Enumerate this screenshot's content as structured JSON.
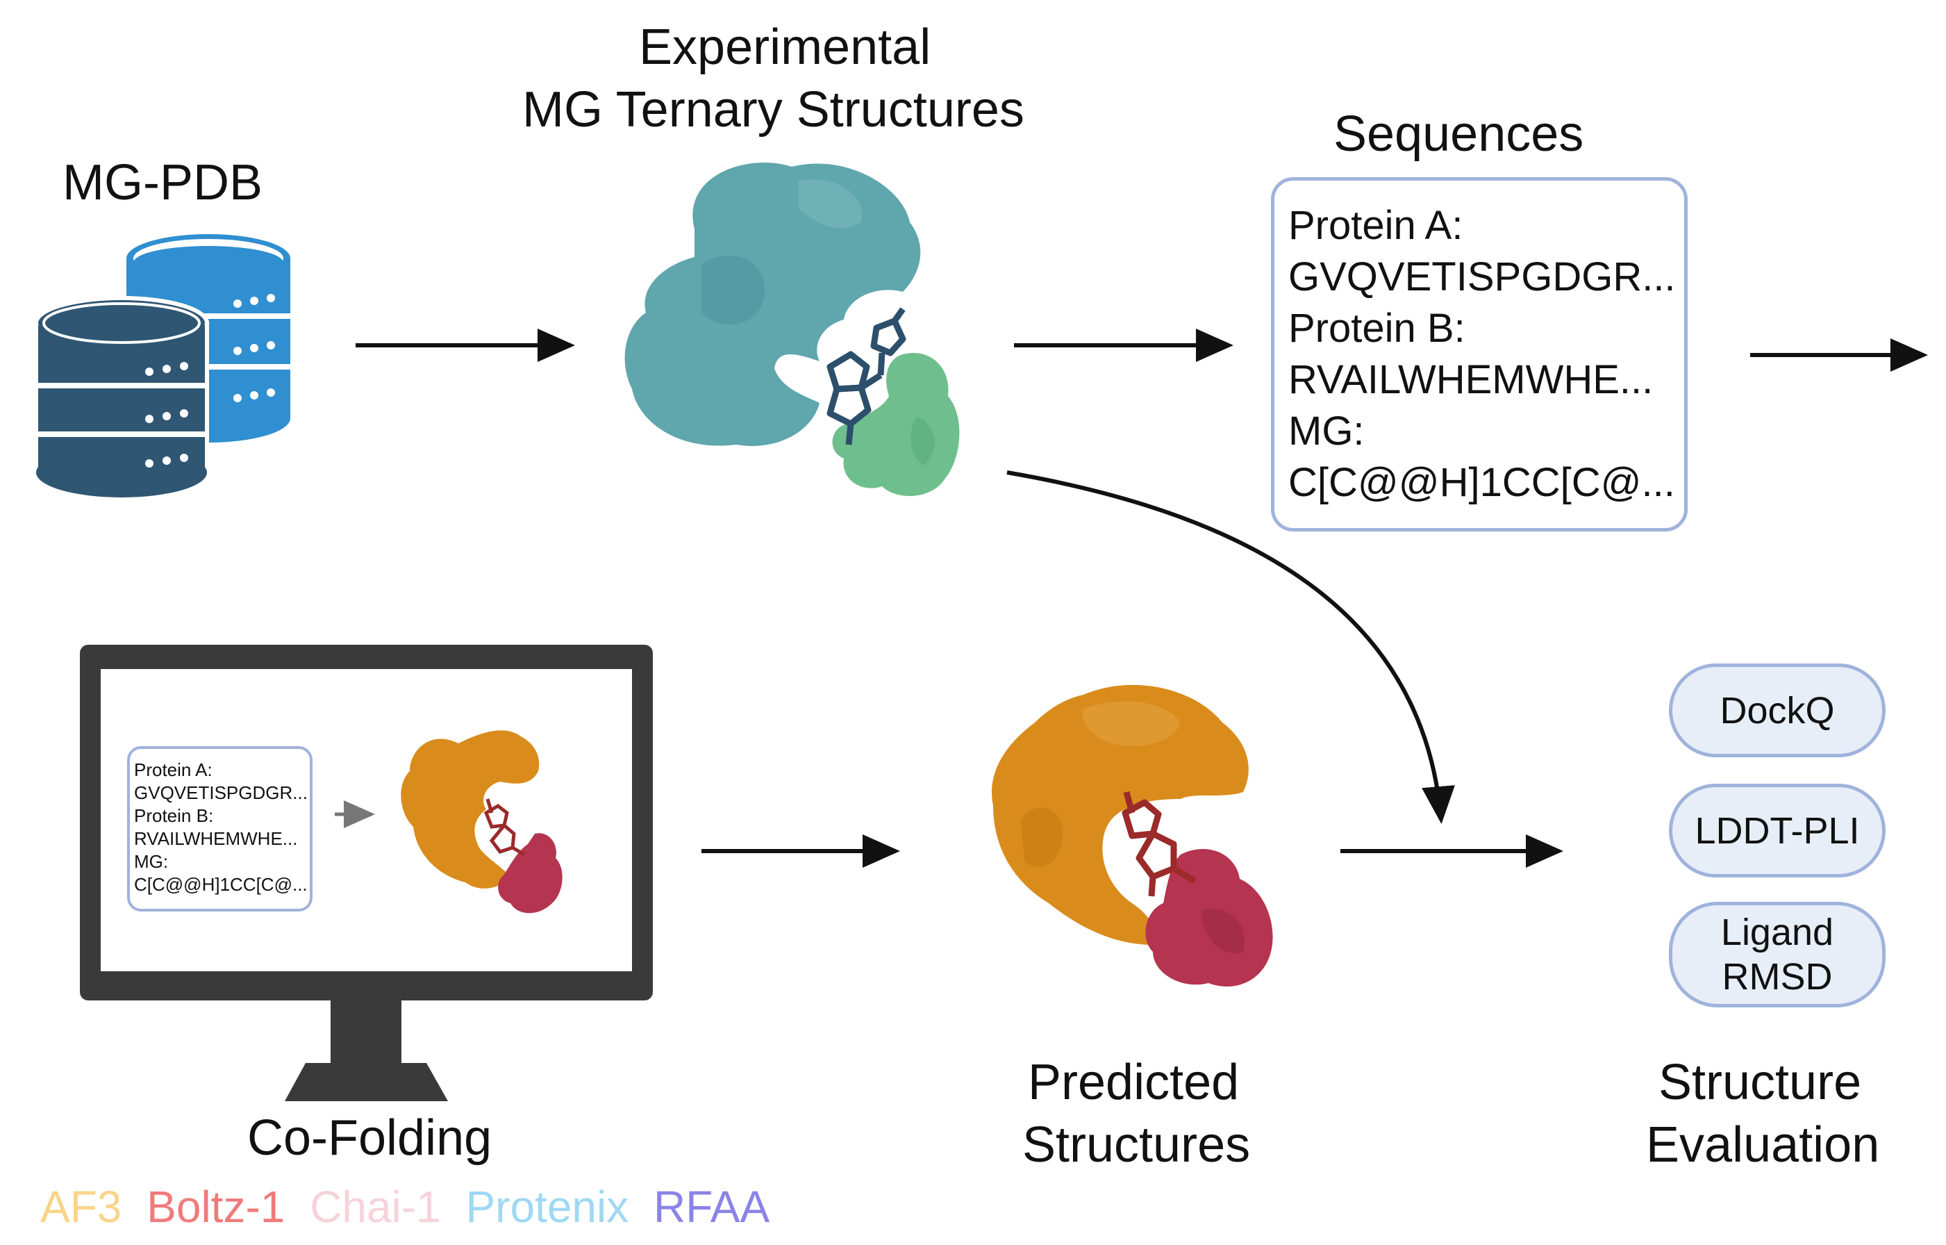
{
  "labels": {
    "mgpdb": "MG-PDB",
    "experimental_line1": "Experimental",
    "experimental_line2": "MG Ternary Structures",
    "sequences": "Sequences",
    "cofolding": "Co-Folding",
    "predicted_line1": "Predicted",
    "predicted_line2": "Structures",
    "evaluation_line1": "Structure",
    "evaluation_line2": "Evaluation"
  },
  "sequences_box": {
    "lines": [
      "Protein A:",
      "GVQVETISPGDGR...",
      "Protein B:",
      "RVAILWHEMWHE...",
      "MG:",
      "C[C@@H]1CC[C@..."
    ]
  },
  "monitor_box": {
    "lines": [
      "Protein A:",
      "GVQVETISPGDGR...",
      "Protein B:",
      "RVAILWHEMWHE...",
      "MG:",
      "C[C@@H]1CC[C@..."
    ]
  },
  "metrics": [
    {
      "label": "DockQ"
    },
    {
      "label": "LDDT-PLI"
    },
    {
      "label": "Ligand RMSD"
    }
  ],
  "models": [
    {
      "name": "AF3",
      "color": "#f9d48a"
    },
    {
      "name": "Boltz-1",
      "color": "#f07a7a"
    },
    {
      "name": "Chai-1",
      "color": "#f6d3da"
    },
    {
      "name": "Protenix",
      "color": "#9fd8f3"
    },
    {
      "name": "RFAA",
      "color": "#8a84e6"
    }
  ],
  "colors": {
    "database_dark": "#2f5673",
    "database_light": "#2f8fd1",
    "protein_teal": "#5fa6ad",
    "protein_green": "#6fbf8e",
    "protein_orange": "#d98c1c",
    "protein_crimson": "#b5344f",
    "ligand_blue": "#2c4f6b",
    "ligand_red": "#9b2a2a",
    "box_border": "#9fb3dc",
    "pill_fill": "#e7eef8"
  }
}
